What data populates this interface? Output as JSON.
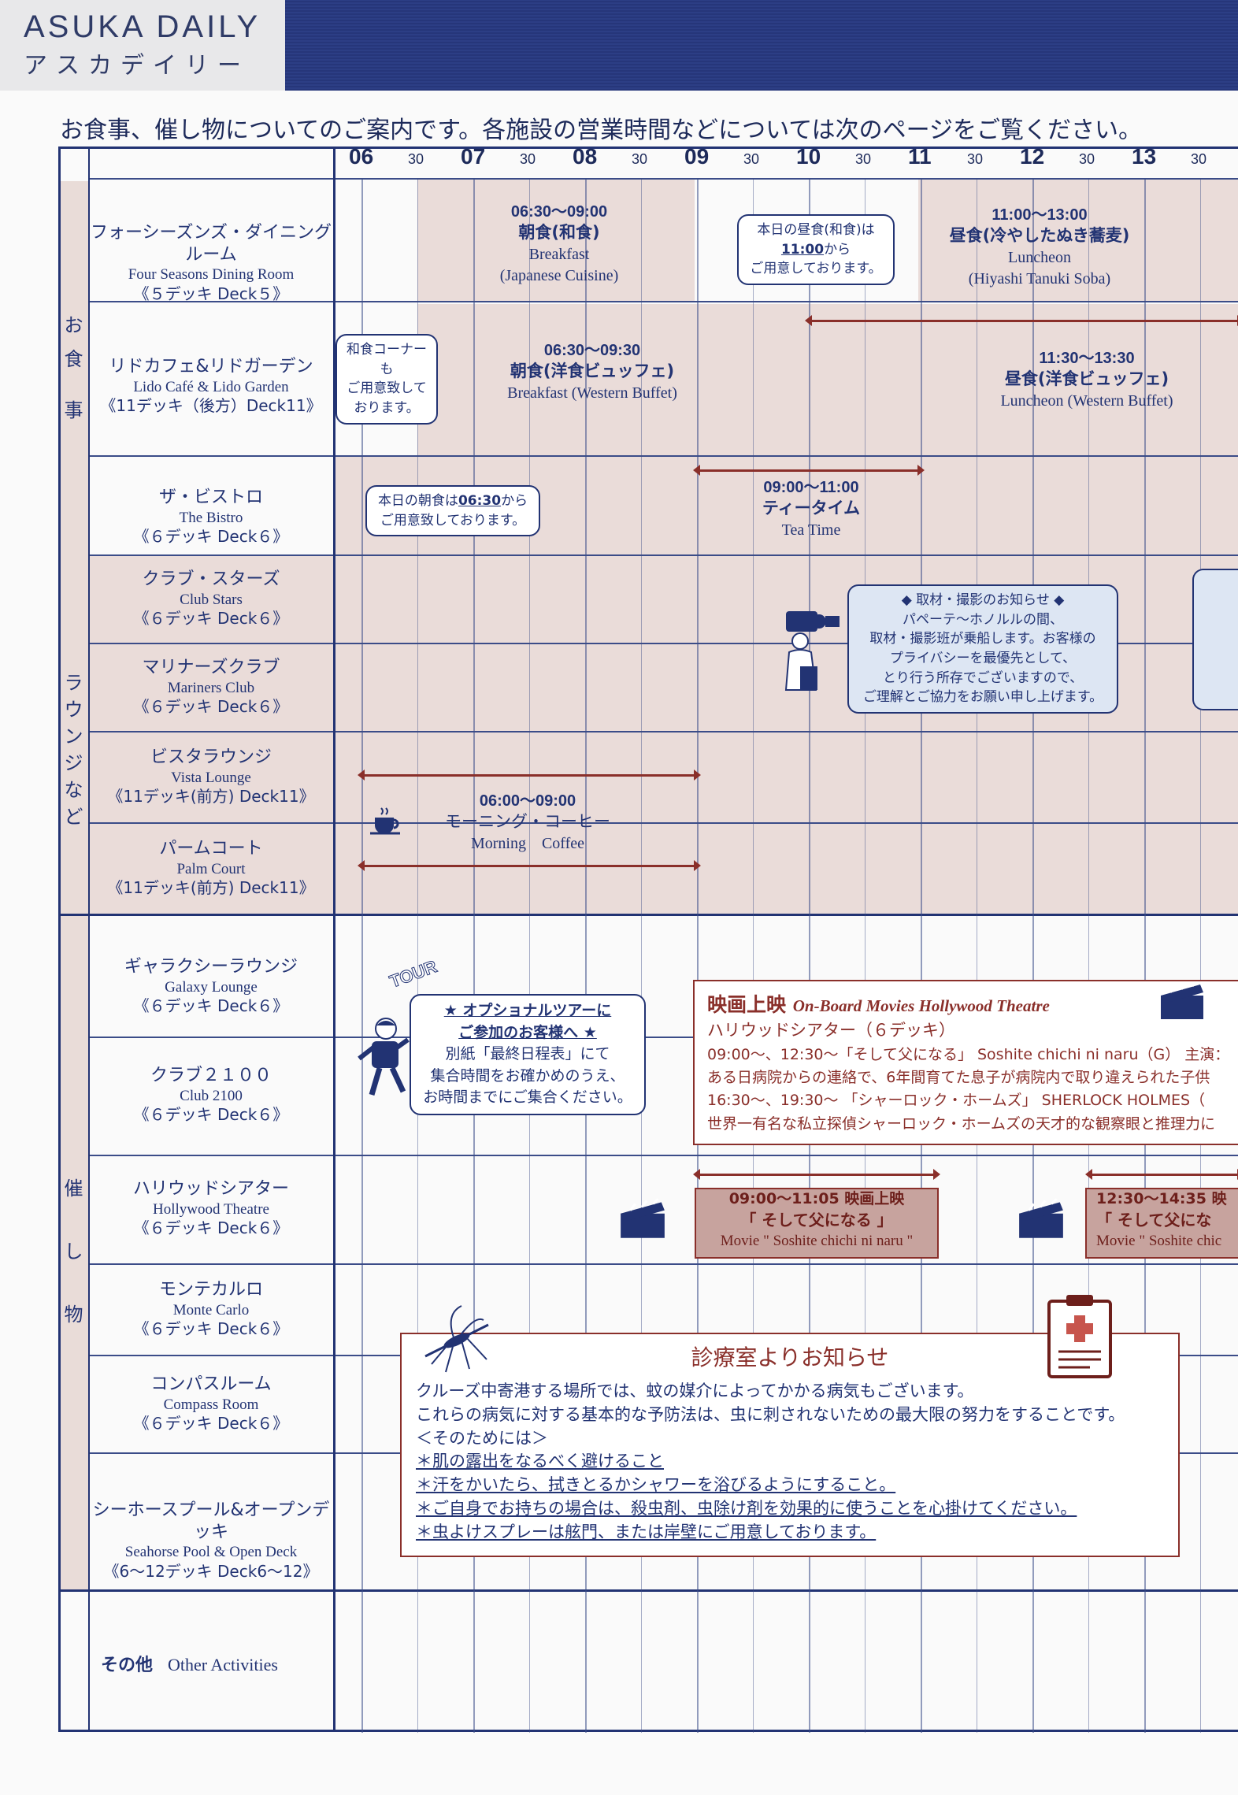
{
  "masthead": {
    "title": "ASUKA DAILY",
    "subtitle": "アスカデイリー"
  },
  "intro": "お食事、催し物についてのご案内です。各施設の営業時間などについては次のページをご覧ください。",
  "timeline": {
    "hours": [
      "06",
      "07",
      "08",
      "09",
      "10",
      "11",
      "12",
      "13"
    ],
    "half_label": "30"
  },
  "groups": {
    "dining": "お食事",
    "lounges": "ラウンジなど",
    "events": "催し物"
  },
  "venues": [
    {
      "jp": "フォーシーズンズ・ダイニングルーム",
      "en": "Four Seasons Dining Room",
      "deck": "《５デッキ Deck５》"
    },
    {
      "jp": "リドカフェ&リドガーデン",
      "en": "Lido Café & Lido Garden",
      "deck": "《11デッキ（後方）Deck11》"
    },
    {
      "jp": "ザ・ビストロ",
      "en": "The Bistro",
      "deck": "《６デッキ Deck６》"
    },
    {
      "jp": "クラブ・スターズ",
      "en": "Club Stars",
      "deck": "《６デッキ Deck６》"
    },
    {
      "jp": "マリナーズクラブ",
      "en": "Mariners Club",
      "deck": "《６デッキ Deck６》"
    },
    {
      "jp": "ビスタラウンジ",
      "en": "Vista Lounge",
      "deck": "《11デッキ(前方) Deck11》"
    },
    {
      "jp": "パームコート",
      "en": "Palm Court",
      "deck": "《11デッキ(前方) Deck11》"
    },
    {
      "jp": "ギャラクシーラウンジ",
      "en": "Galaxy Lounge",
      "deck": "《６デッキ Deck６》"
    },
    {
      "jp": "クラブ２１００",
      "en": "Club 2100",
      "deck": "《６デッキ Deck６》"
    },
    {
      "jp": "ハリウッドシアター",
      "en": "Hollywood Theatre",
      "deck": "《６デッキ Deck６》"
    },
    {
      "jp": "モンテカルロ",
      "en": "Monte Carlo",
      "deck": "《６デッキ Deck６》"
    },
    {
      "jp": "コンパスルーム",
      "en": "Compass Room",
      "deck": "《６デッキ Deck６》"
    },
    {
      "jp": "シーホースプール&オープンデッキ",
      "en": "Seahorse Pool & Open Deck",
      "deck": "《6〜12デッキ Deck6〜12》"
    }
  ],
  "other": {
    "jp": "その他",
    "en": "Other Activities"
  },
  "events": {
    "fs_breakfast": {
      "time": "06:30〜09:00",
      "jp": "朝食(和食)",
      "en1": "Breakfast",
      "en2": "(Japanese Cuisine)"
    },
    "fs_lunch": {
      "time": "11:00〜13:00",
      "jp": "昼食(冷やしたぬき蕎麦)",
      "en1": "Luncheon",
      "en2": "(Hiyashi Tanuki Soba)"
    },
    "lido_breakfast": {
      "time": "06:30〜09:30",
      "jp": "朝食(洋食ビュッフェ)",
      "en": "Breakfast (Western Buffet)"
    },
    "lido_lunch": {
      "time": "11:30〜13:30",
      "jp": "昼食(洋食ビュッフェ)",
      "en": "Luncheon (Western Buffet)"
    },
    "bistro_tea": {
      "time": "09:00〜11:00",
      "jp": "ティータイム",
      "en": "Tea Time"
    },
    "coffee": {
      "time": "06:00〜09:00",
      "jp": "モーニング・コーヒー",
      "en": "Morning　Coffee"
    }
  },
  "bubbles": {
    "lunch_notice": {
      "l1": "本日の昼食(和食)は",
      "l2": "11:00",
      "l3": "から",
      "l4": "ご用意しております。"
    },
    "wasyoku": {
      "l1": "和食コーナーも",
      "l2": "ご用意致して",
      "l3": "おります。"
    },
    "breakfast_notice": {
      "l1a": "本日の朝食は",
      "l1b": "06:30",
      "l1c": "から",
      "l2": "ご用意致しております。"
    },
    "press": {
      "l1": "◆ 取材・撮影のお知らせ ◆",
      "l2": "パペーテ〜ホノルルの間、",
      "l3": "取材・撮影班が乗船します。お客様の",
      "l4": "プライバシーを最優先として、",
      "l5": "とり行う所存でございますので、",
      "l6": "ご理解とご協力をお願い申し上げます。"
    },
    "tour": {
      "badge": "TOUR",
      "l1": "★ オプショナルツアーに",
      "l2": "ご参加のお客様へ ★",
      "l3": "別紙「最終日程表」にて",
      "l4": "集合時間をお確かめのうえ、",
      "l5": "お時間までにご集合ください。"
    }
  },
  "movies": {
    "heading_jp": "映画上映",
    "heading_en": "On-Board Movies Hollywood Theatre",
    "venue": "ハリウッドシアター（６デッキ）",
    "line1": "09:00〜、12:30〜「そして父になる」 Soshite chichi ni naru（G） 主演：",
    "line2": "ある日病院からの連絡で、6年間育てた息子が病院内で取り違えられた子供",
    "line3": "16:30〜、19:30〜 「シャーロック・ホームズ」 SHERLOCK HOLMES（",
    "line4": "世界一有名な私立探偵シャーロック・ホームズの天才的な観察眼と推理力に"
  },
  "screenings": [
    {
      "time": "09:00〜11:05 映画上映",
      "jp": "「 そして父になる 」",
      "en": "Movie \" Soshite chichi ni naru \""
    },
    {
      "time": "12:30〜14:35 映",
      "jp": "「 そして父にな",
      "en": "Movie \" Soshite chic"
    }
  ],
  "notice": {
    "title": "診療室よりお知らせ",
    "p1": "クルーズ中寄港する場所では、蚊の媒介によってかかる病気もございます。",
    "p2": "これらの病気に対する基本的な予防法は、虫に刺されないための最大限の努力をすることです。",
    "p3": "＜そのためには＞",
    "b1": "＊肌の露出をなるべく避けること",
    "b2": "＊汗をかいたら、拭きとるかシャワーを浴びるようにすること。",
    "b3": "＊ご自身でお持ちの場合は、殺虫剤、虫除け剤を効果的に使うことを心掛けてください。",
    "b4": "＊虫よけスプレーは舷門、または岸壁にご用意しております。"
  },
  "colors": {
    "navy": "#223373",
    "maroon": "#8a2f2a",
    "tint": "#e6d6d2",
    "bubble_blue": "#dde6f3"
  }
}
